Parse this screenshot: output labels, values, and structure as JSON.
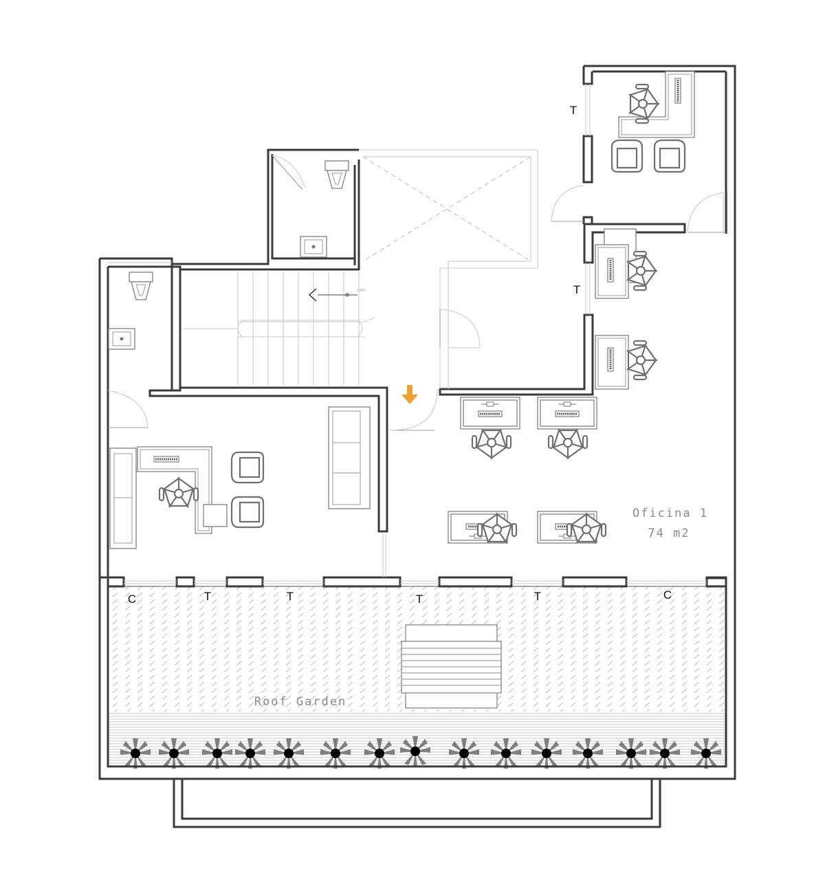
{
  "labels": {
    "office_name": "Oficina 1",
    "office_area": "74 m2",
    "roof_garden": "Roof Garden"
  },
  "markers": {
    "t": "T",
    "c": "C"
  },
  "colors": {
    "wall": "#3a3a3a",
    "furniture": "#808080",
    "label": "#8a8a8a",
    "arrow": "#f0a030",
    "planter": "#7e7e7e"
  },
  "icons": [
    "office-chair-icon",
    "armchair-icon",
    "sofa-icon",
    "desk-icon",
    "keyboard-icon",
    "toilet-icon",
    "sink-icon",
    "door-swing-icon",
    "palm-plant-icon",
    "entry-arrow-icon",
    "stair-direction-icon"
  ]
}
